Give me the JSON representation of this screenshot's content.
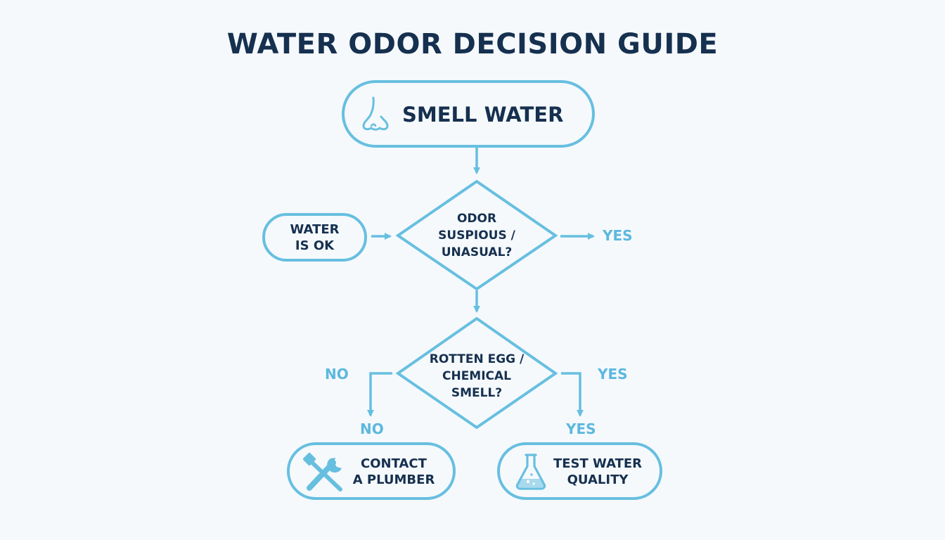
{
  "title": "WATER ODOR DECISION GUIDE",
  "colors": {
    "accent": "#67bfe0",
    "text": "#16304f",
    "label": "#5cb8de",
    "background": "#f5f9fc"
  },
  "nodes": {
    "start": {
      "label": "SMELL WATER",
      "icon": "nose-icon"
    },
    "decision1": {
      "label": "ODOR\nSUSPIOUS /\nUNASUAL?"
    },
    "ok": {
      "label": "WATER\nIS OK"
    },
    "decision2": {
      "label": "ROTTEN EGG /\nCHEMICAL\nSMELL?"
    },
    "plumber": {
      "label": "CONTACT\nA PLUMBER",
      "icon": "wrench-screwdriver-icon"
    },
    "test": {
      "label": "TEST WATER\nQUALITY",
      "icon": "flask-icon"
    }
  },
  "edge_labels": {
    "d1_yes": "YES",
    "d2_no_upper": "NO",
    "d2_yes_upper": "YES",
    "d2_no_lower": "NO",
    "d2_yes_lower": "YES"
  }
}
